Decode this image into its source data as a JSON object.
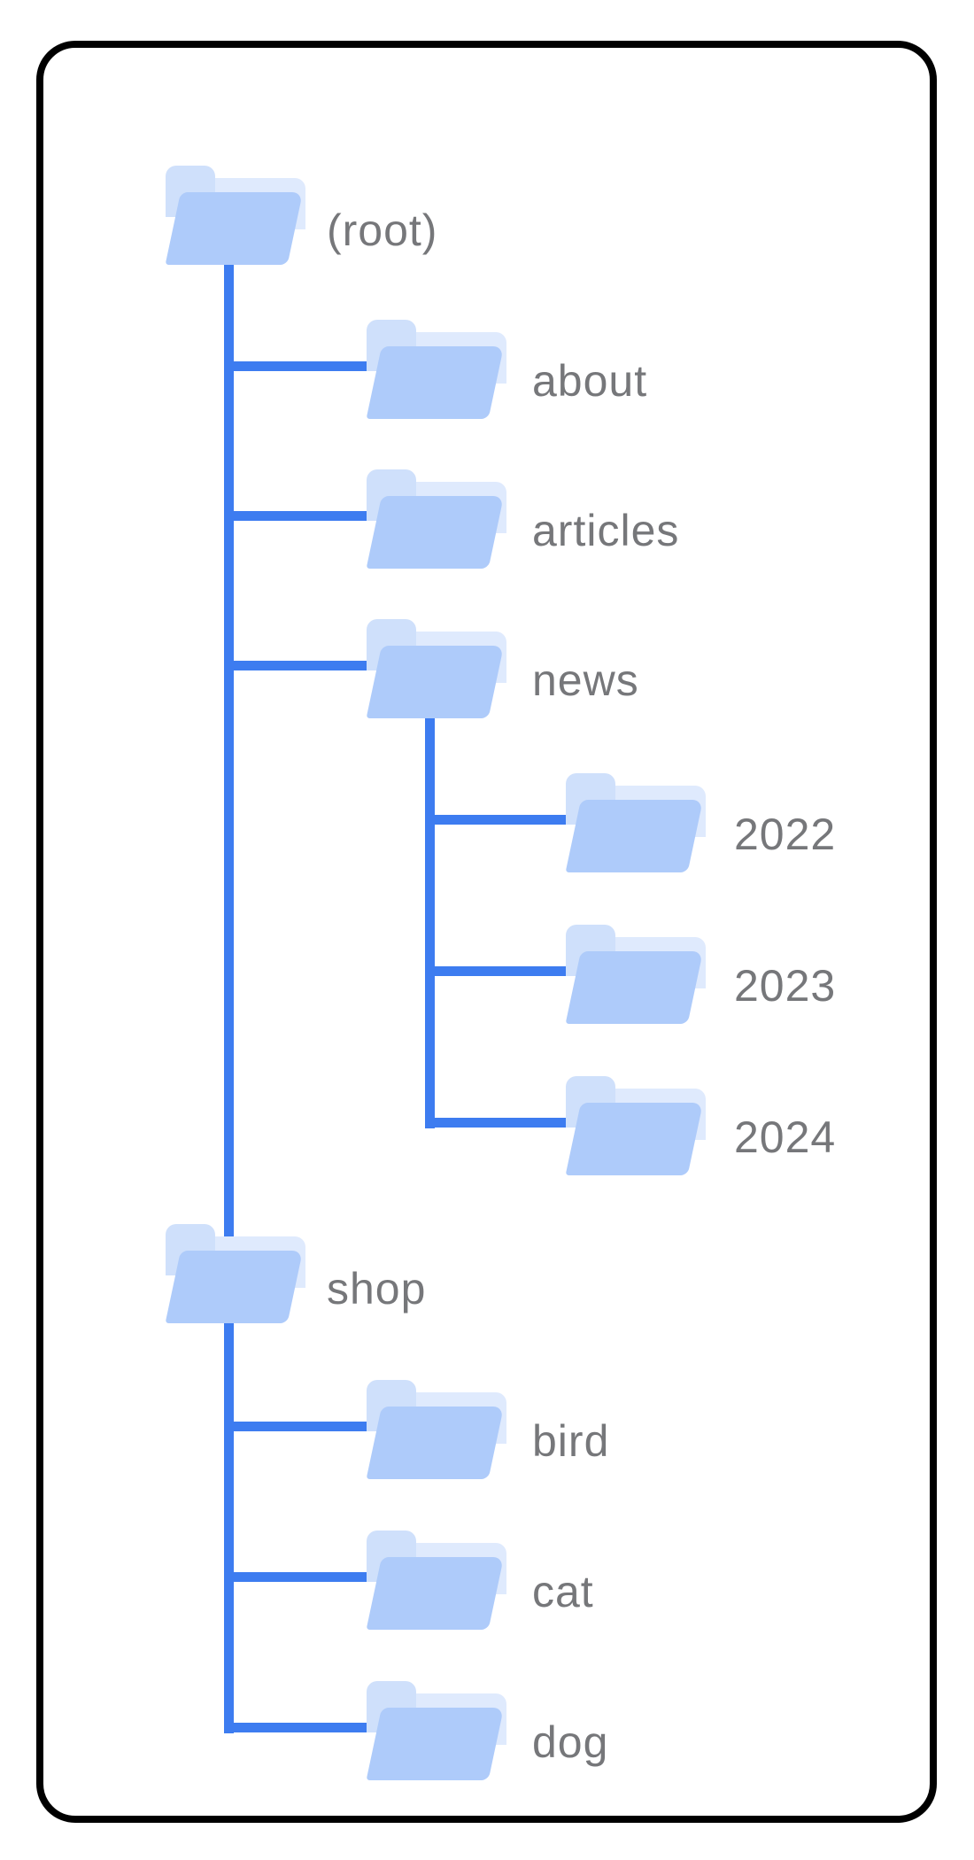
{
  "diagram": {
    "type": "folder-tree",
    "tree": {
      "label": "(root)",
      "children": [
        {
          "label": "about",
          "children": []
        },
        {
          "label": "articles",
          "children": []
        },
        {
          "label": "news",
          "children": [
            {
              "label": "2022"
            },
            {
              "label": "2023"
            },
            {
              "label": "2024"
            }
          ]
        },
        {
          "label": "shop",
          "children": [
            {
              "label": "bird"
            },
            {
              "label": "cat"
            },
            {
              "label": "dog"
            }
          ]
        }
      ]
    }
  },
  "colors": {
    "connector_blue": "#3d7cf0",
    "folder_front": "#aecbfa",
    "folder_tab": "#cfe0fb",
    "folder_back_light": "#dfeafd",
    "label_gray": "#76777a",
    "card_border": "#000000",
    "background": "#ffffff"
  }
}
